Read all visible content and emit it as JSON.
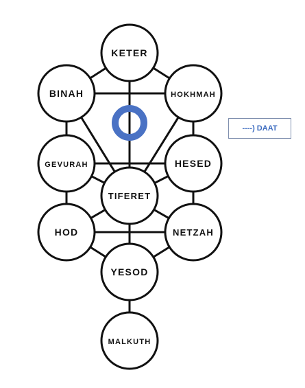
{
  "nodes": [
    {
      "id": "keter",
      "label": "KETER"
    },
    {
      "id": "binah",
      "label": "BINAH"
    },
    {
      "id": "hokhmah",
      "label": "HOKHMAH"
    },
    {
      "id": "gevurah",
      "label": "GEVURAH"
    },
    {
      "id": "hesed",
      "label": "HESED"
    },
    {
      "id": "tiferet",
      "label": "TIFERET"
    },
    {
      "id": "hod",
      "label": "HOD"
    },
    {
      "id": "netzah",
      "label": "NETZAH"
    },
    {
      "id": "yesod",
      "label": "YESOD"
    },
    {
      "id": "malkuth",
      "label": "MALKUTH"
    }
  ],
  "daat": {
    "callout_text": "----) DAAT",
    "ring_color": "#4a72c4"
  },
  "colors": {
    "line": "#111111",
    "background": "#ffffff",
    "callout_text": "#3d6cc0"
  }
}
